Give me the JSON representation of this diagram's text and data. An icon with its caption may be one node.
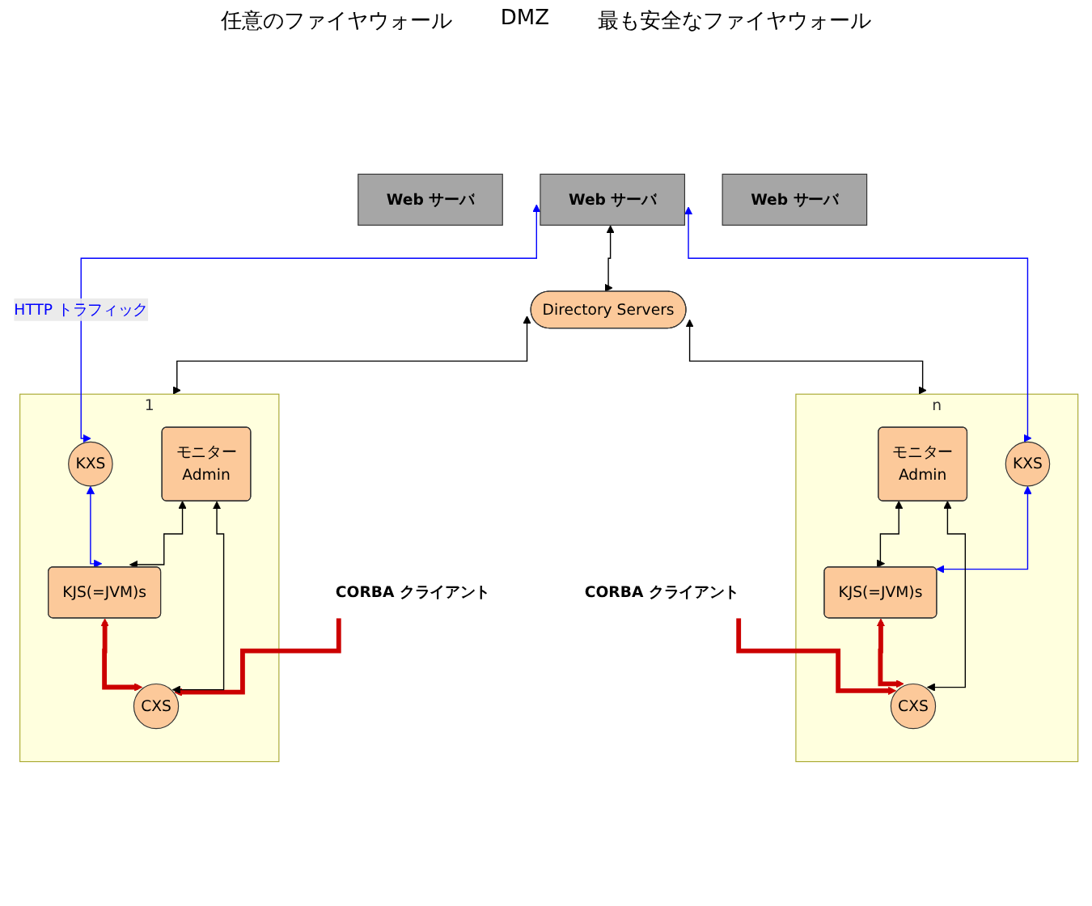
{
  "diagram": {
    "nodes": [
      {
        "text": [
          "Web サーバ"
        ]
      },
      {
        "text": [
          "Web サーバ"
        ]
      },
      {
        "text": [
          "Web サーバ"
        ]
      },
      {
        "text": [
          "Directory Servers"
        ]
      },
      {
        "text": [
          "1"
        ]
      },
      {
        "text": [
          "KXS"
        ],
        "in": 4
      },
      {
        "text": [
          "モニター",
          "Admin"
        ],
        "in": 4
      },
      {
        "text": [
          "KJS(=JVM)s"
        ],
        "in": 4
      },
      {
        "text": [
          "CXS"
        ],
        "in": 4
      },
      {
        "text": [
          "CORBA クライアント"
        ]
      },
      {
        "text": [
          "n"
        ]
      },
      {
        "text": [
          "KXS"
        ],
        "in": 10
      },
      {
        "text": [
          "モニター",
          "Admin"
        ],
        "in": 10
      },
      {
        "text": [
          "KJS(=JVM)s"
        ],
        "in": 10
      },
      {
        "text": [
          "CXS"
        ],
        "in": 10
      },
      {
        "text": [
          "CORBA クライアント"
        ]
      }
    ],
    "edges": [
      {
        "from": 1,
        "to": 5,
        "arrow": "both",
        "label": "HTTP トラフィック",
        "color": "#0000ff"
      },
      {
        "from": 1,
        "to": 3,
        "arrow": "both"
      },
      {
        "from": 1,
        "to": 11,
        "arrow": "both",
        "color": "#0000ff"
      },
      {
        "from": 3,
        "to": 4,
        "arrow": "both"
      },
      {
        "from": 3,
        "to": 10,
        "arrow": "both"
      },
      {
        "from": 5,
        "to": 7,
        "arrow": "both",
        "color": "#0000ff"
      },
      {
        "from": 6,
        "to": 7,
        "arrow": "both"
      },
      {
        "from": 6,
        "to": 8,
        "arrow": "both"
      },
      {
        "from": 7,
        "to": 8,
        "arrow": "both",
        "style": "thick",
        "color": "#cc0000"
      },
      {
        "from": 9,
        "to": 8,
        "arrow": "to",
        "style": "thick",
        "color": "#cc0000"
      },
      {
        "from": 11,
        "to": 13,
        "arrow": "both",
        "color": "#0000ff"
      },
      {
        "from": 12,
        "to": 13,
        "arrow": "both"
      },
      {
        "from": 12,
        "to": 14,
        "arrow": "both"
      },
      {
        "from": 13,
        "to": 14,
        "arrow": "both",
        "style": "thick",
        "color": "#cc0000"
      },
      {
        "from": 15,
        "to": 14,
        "arrow": "to",
        "style": "thick",
        "color": "#cc0000"
      }
    ],
    "labels": [
      "任意のファイヤウォール",
      "DMZ",
      "最も安全なファイヤウォール"
    ]
  }
}
